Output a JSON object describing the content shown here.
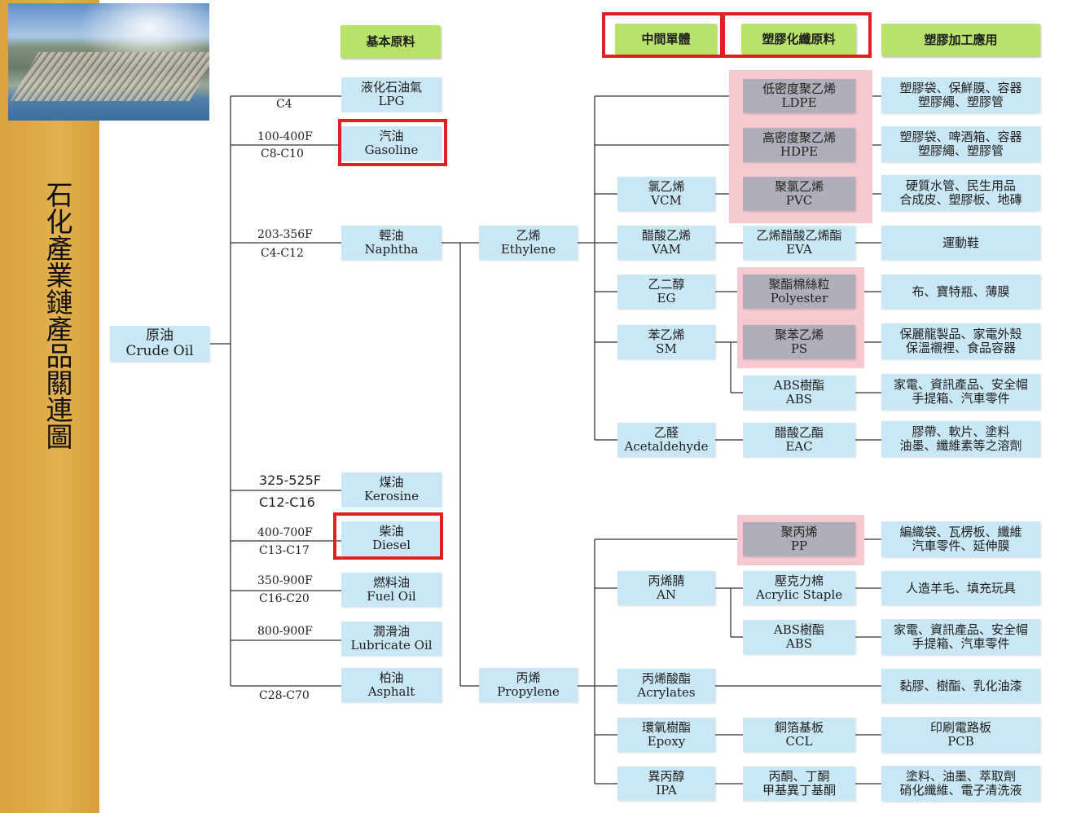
{
  "title": "石化產業鏈產品關連圖",
  "headers": {
    "feedstock": "基本原料",
    "intermediate": "中間單體",
    "plastic_fiber": "塑膠化纖原料",
    "application": "塑膠加工應用"
  },
  "crude": {
    "zh": "原油",
    "en": "Crude Oil"
  },
  "fractions": [
    {
      "zh": "液化石油氣",
      "en": "LPG",
      "temp": "",
      "carbon": "C4"
    },
    {
      "zh": "汽油",
      "en": "Gasoline",
      "temp": "100-400F",
      "carbon": "C8-C10"
    },
    {
      "zh": "輕油",
      "en": "Naphtha",
      "temp": "203-356F",
      "carbon": "C4-C12"
    },
    {
      "zh": "煤油",
      "en": "Kerosine",
      "temp": "325-525F",
      "carbon": "C12-C16"
    },
    {
      "zh": "柴油",
      "en": "Diesel",
      "temp": "400-700F",
      "carbon": "C13-C17"
    },
    {
      "zh": "燃料油",
      "en": "Fuel Oil",
      "temp": "350-900F",
      "carbon": "C16-C20"
    },
    {
      "zh": "潤滑油",
      "en": "Lubricate Oil",
      "temp": "800-900F",
      "carbon": ""
    },
    {
      "zh": "柏油",
      "en": "Asphalt",
      "temp": "",
      "carbon": "C28-C70"
    }
  ],
  "olefins": [
    {
      "zh": "乙烯",
      "en": "Ethylene"
    },
    {
      "zh": "丙烯",
      "en": "Propylene"
    }
  ],
  "monomers": [
    {
      "zh": "氯乙烯",
      "en": "VCM"
    },
    {
      "zh": "醋酸乙烯",
      "en": "VAM"
    },
    {
      "zh": "乙二醇",
      "en": "EG"
    },
    {
      "zh": "苯乙烯",
      "en": "SM"
    },
    {
      "zh": "乙醛",
      "en": "Acetaldehyde"
    },
    {
      "zh": "丙烯腈",
      "en": "AN"
    },
    {
      "zh": "丙烯酸酯",
      "en": "Acrylates"
    },
    {
      "zh": "環氧樹酯",
      "en": "Epoxy"
    },
    {
      "zh": "異丙醇",
      "en": "IPA"
    }
  ],
  "materials": [
    {
      "zh": "低密度聚乙烯",
      "en": "LDPE"
    },
    {
      "zh": "高密度聚乙烯",
      "en": "HDPE"
    },
    {
      "zh": "聚氯乙烯",
      "en": "PVC"
    },
    {
      "zh": "乙烯醋酸乙烯酯",
      "en": "EVA"
    },
    {
      "zh": "聚酯棉絲粒",
      "en": "Polyester"
    },
    {
      "zh": "聚苯乙烯",
      "en": "PS"
    },
    {
      "zh": "ABS樹酯",
      "en": "ABS"
    },
    {
      "zh": "醋酸乙酯",
      "en": "EAC"
    },
    {
      "zh": "聚丙烯",
      "en": "PP"
    },
    {
      "zh": "壓克力棉",
      "en": "Acrylic Staple"
    },
    {
      "zh": "ABS樹酯",
      "en": "ABS"
    },
    {
      "zh": "銅箔基板",
      "en": "CCL"
    },
    {
      "zh": "丙酮、丁酮",
      "en": "甲基異丁基酮"
    }
  ],
  "applications": [
    {
      "l1": "塑膠袋、保鮮膜、容器",
      "l2": "塑膠繩、塑膠管"
    },
    {
      "l1": "塑膠袋、啤酒箱、容器",
      "l2": "塑膠繩、塑膠管"
    },
    {
      "l1": "硬質水管、民生用品",
      "l2": "合成皮、塑膠板、地磚"
    },
    {
      "l1": "運動鞋",
      "l2": ""
    },
    {
      "l1": "布、寶特瓶、薄膜",
      "l2": ""
    },
    {
      "l1": "保麗龍製品、家電外殼",
      "l2": "保溫襯裡、食品容器"
    },
    {
      "l1": "家電、資訊產品、安全帽",
      "l2": "手提箱、汽車零件"
    },
    {
      "l1": "膠帶、軟片、塗料",
      "l2": "油墨、纖維素等之溶劑"
    },
    {
      "l1": "編織袋、瓦楞板、纖維",
      "l2": "汽車零件、延伸膜"
    },
    {
      "l1": "人造羊毛、填充玩具",
      "l2": ""
    },
    {
      "l1": "家電、資訊產品、安全帽",
      "l2": "手提箱、汽車零件"
    },
    {
      "l1": "黏膠、樹酯、乳化油漆",
      "l2": ""
    },
    {
      "l1": "印刷電路板",
      "l2": "PCB"
    },
    {
      "l1": "塗料、油墨、萃取劑",
      "l2": "硝化纖維、電子清洗液"
    }
  ],
  "colors": {
    "box": "#c9e7f5",
    "highlight_box": "#b0aeb8",
    "highlight_bg": "#f5c9cf",
    "header": "#b9e26b",
    "red_frame": "#e02020",
    "sidebar": "#dcaa45"
  }
}
